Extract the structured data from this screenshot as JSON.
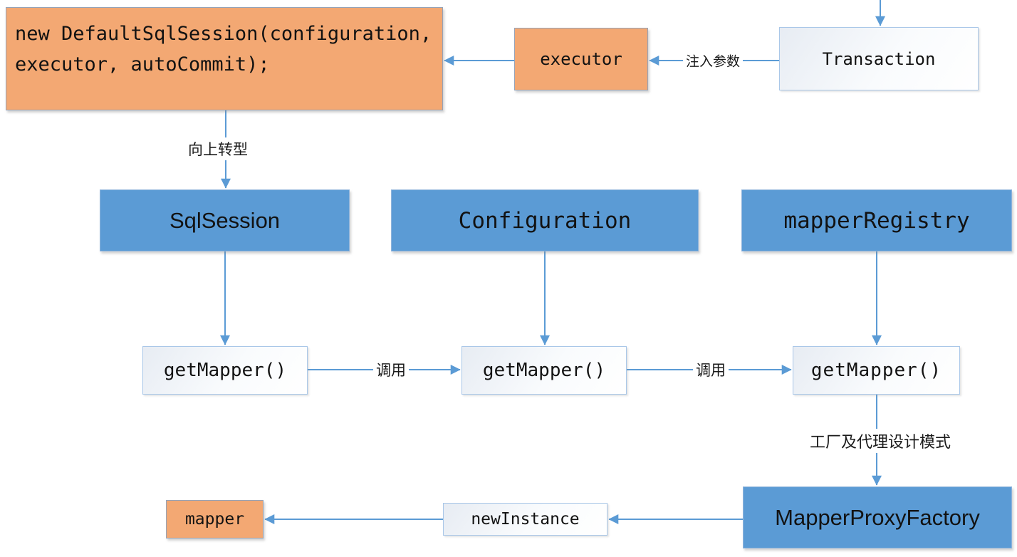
{
  "colors": {
    "orange_fill": "#F3A873",
    "orange_border": "#95A3B8",
    "blue_fill": "#5B9BD5",
    "blue_border": "#8FB4DC",
    "arrow_blue": "#5B9BD5",
    "light_border": "#A9C7E8",
    "text": "#121212"
  },
  "nodes": {
    "default_sql_session": "new DefaultSqlSession(configuration,\nexecutor, autoCommit);",
    "executor": "executor",
    "transaction": "Transaction",
    "sql_session": "SqlSession",
    "configuration": "Configuration",
    "mapper_registry": "mapperRegistry",
    "get_mapper_1": "getMapper()",
    "get_mapper_2": "getMapper()",
    "get_mapper_3": "getMapper()",
    "mapper_proxy_factory": "MapperProxyFactory",
    "new_instance": "newInstance",
    "mapper": "mapper"
  },
  "edge_labels": {
    "inject_params": "注入参数",
    "upcast": "向上转型",
    "invoke_1": "调用",
    "invoke_2": "调用",
    "factory_proxy_pattern": "工厂及代理设计模式"
  }
}
